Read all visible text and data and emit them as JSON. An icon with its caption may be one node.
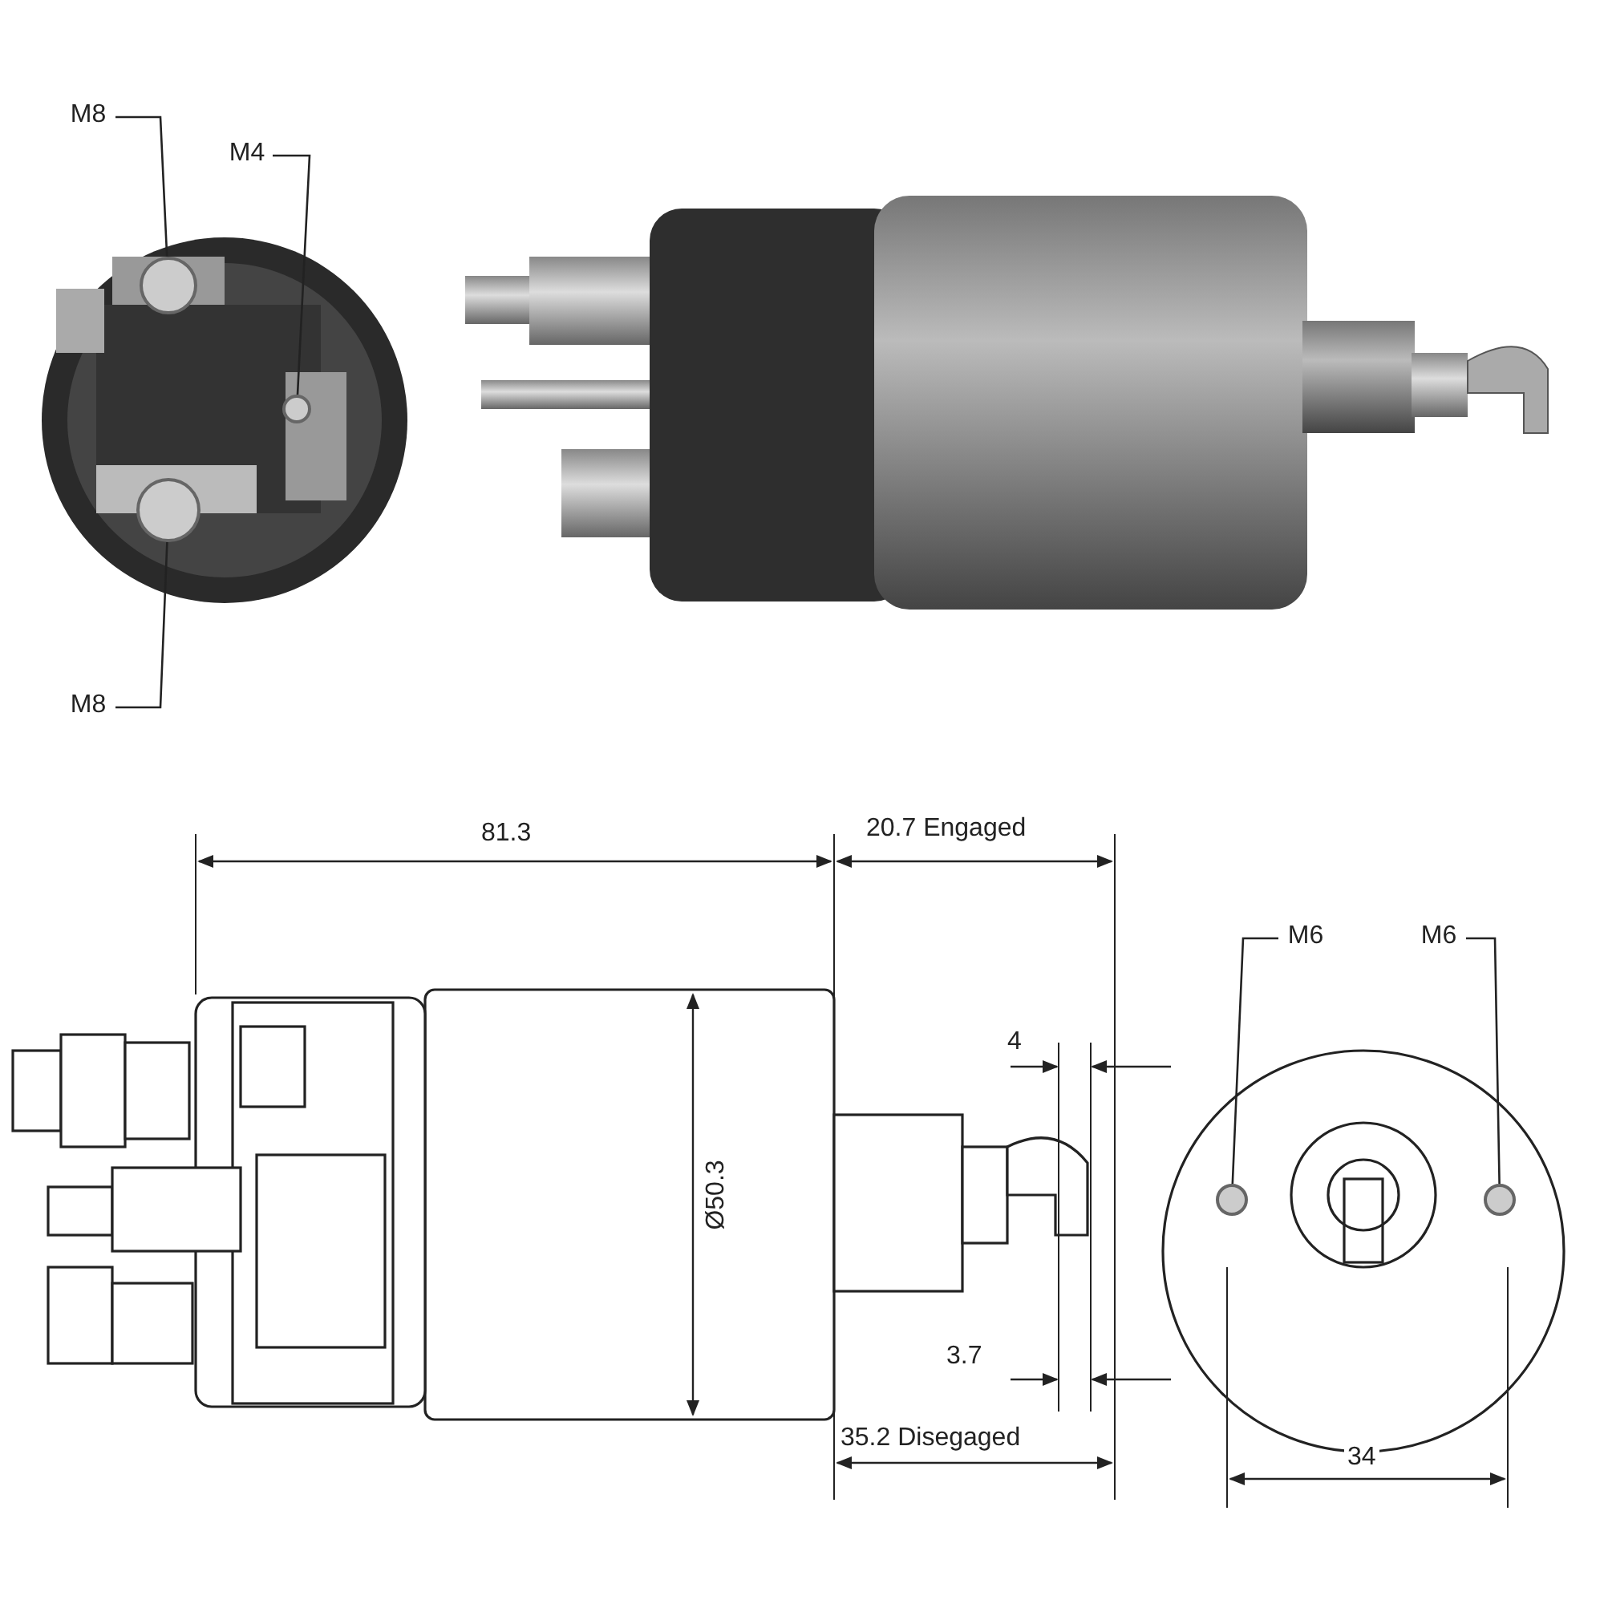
{
  "diagram": {
    "nodes": [
      {
        "text": [
          "M8"
        ]
      },
      {
        "text": [],
        "shape": "circle"
      },
      {
        "text": [
          "M4"
        ]
      },
      {
        "text": [],
        "shape": "circle"
      },
      {
        "text": [
          "M8"
        ]
      },
      {
        "text": [],
        "shape": "circle"
      },
      {
        "text": [
          "M6"
        ]
      },
      {
        "text": [],
        "shape": "circle"
      },
      {
        "text": [
          "M6"
        ]
      },
      {
        "text": [],
        "shape": "circle"
      }
    ],
    "edges": [
      {
        "from": 0,
        "to": 1,
        "arrow": "none"
      },
      {
        "from": 2,
        "to": 3,
        "arrow": "none"
      },
      {
        "from": 4,
        "to": 5,
        "arrow": "none"
      },
      {
        "from": 6,
        "to": 7,
        "arrow": "none"
      },
      {
        "from": 8,
        "to": 9,
        "arrow": "none"
      }
    ],
    "labels": [
      "81.3",
      "20.7 Engaged",
      "4",
      "Ø50.3",
      "3.7",
      "35.2 Disegaged",
      "34"
    ]
  }
}
